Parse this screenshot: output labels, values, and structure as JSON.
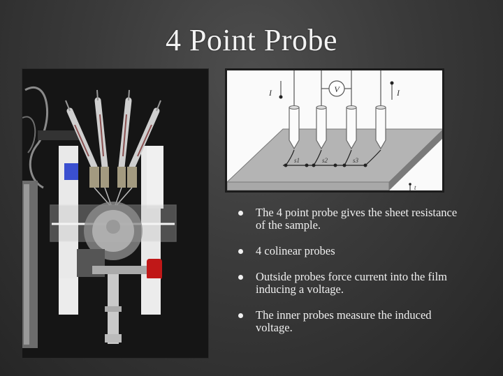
{
  "slide": {
    "title": "4 Point Probe",
    "photo": {
      "description": "Photograph of a four point probe apparatus with four spring-loaded probes converging over a clear tube sample stage"
    },
    "diagram": {
      "description": "Schematic of four colinear probes on a thin film sample",
      "labels": {
        "current_in": "I",
        "current_out": "I",
        "voltmeter": "V",
        "spacing_1": "s1",
        "spacing_2": "s2",
        "spacing_3": "s3",
        "thickness": "t"
      }
    },
    "bullets": [
      {
        "text": "The 4 point probe gives the sheet resistance of the sample."
      },
      {
        "text": "4 colinear probes"
      },
      {
        "text": "Outside probes force current into the film inducing a voltage."
      },
      {
        "text": "The inner probes measure the induced voltage."
      }
    ]
  },
  "colors": {
    "background": "#3a3a3a",
    "text": "#f0f0f0",
    "diagram_bg": "#fafafa",
    "sample_gray": "#b4b4b4"
  }
}
